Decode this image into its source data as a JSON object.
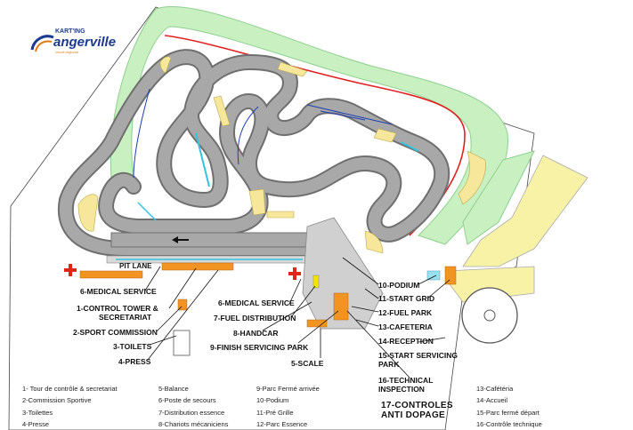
{
  "logo": {
    "small_text": "KART'ING",
    "main_text": "angerville",
    "tagline": "circuit régional"
  },
  "colors": {
    "grass": "#c8f0c0",
    "grass_edge": "#8fcf8f",
    "track": "#a8a8a8",
    "track_edge": "#6f6f6f",
    "kerb_yellow": "#f7e79a",
    "building_orange": "#f29422",
    "medical_red": "#e0251b",
    "safety_fence": "#e02020",
    "accent_blue": "#1d3fb5",
    "accent_cyan": "#33c3e0",
    "paddock": "#f7f2a6"
  },
  "map_labels": {
    "pit_lane": "PIT LANE",
    "medical_left": "6-MEDICAL SERVICE",
    "control_tower": "1-CONTROL TOWER &",
    "secretariat": "SECRETARIAT",
    "sport_commission": "2-SPORT COMMISSION",
    "toilets": "3-TOILETS",
    "press": "4-PRESS",
    "medical_right": "6-MEDICAL SERVICE",
    "fuel_distribution": "7-FUEL DISTRIBUTION",
    "handcar": "8-HANDCAR",
    "finish_servicing": "9-FINISH SERVICING PARK",
    "scale": "5-SCALE",
    "podium": "10-PODIUM",
    "start_grid": "11-START GRID",
    "fuel_park": "12-FUEL PARK",
    "cafeteria": "13-CAFETERIA",
    "reception": "14-RECEPTION",
    "start_servicing_1": "15-START SERVICING",
    "start_servicing_2": "PARK",
    "technical_1": "16-TECHNICAL",
    "technical_2": "INSPECTION",
    "anti_doping_1": "17-CONTROLES",
    "anti_doping_2": "ANTI DOPAGE"
  },
  "legend": {
    "col1": [
      "1- Tour de contrôle & secretariat",
      "2-Commission Sportive",
      "3-Toilettes",
      "4-Presse"
    ],
    "col2": [
      "5-Balance",
      "6-Poste de secours",
      "7-Distribution essence",
      "8-Chariots mécaniciens"
    ],
    "col3": [
      "9-Parc Fermé arrivée",
      "10-Podium",
      "11-Pré Grille",
      "12-Parc Essence"
    ],
    "col4": [
      "13-Cafétéria",
      "14-Accueil",
      "15-Parc fermé départ",
      "16-Contrôle technique"
    ]
  }
}
